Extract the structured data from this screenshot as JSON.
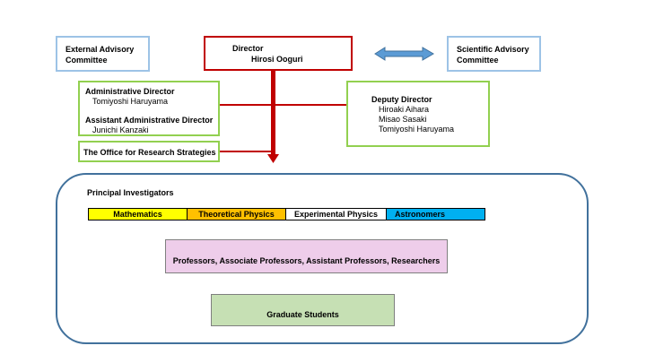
{
  "external_advisory": {
    "line1": "External Advisory",
    "line2": "Committee"
  },
  "scientific_advisory": {
    "line1": "Scientific Advisory",
    "line2": "Committee"
  },
  "director": {
    "title": "Director",
    "name": "Hirosi Ooguri"
  },
  "administrative": {
    "director_title": "Administrative Director",
    "director_name": "Tomiyoshi Haruyama",
    "assistant_title": "Assistant Administrative Director",
    "assistant_name": "Junichi Kanzaki"
  },
  "research_office": {
    "label": "The Office for Research Strategies"
  },
  "deputy": {
    "title": "Deputy Director",
    "names": [
      "Hiroaki Aihara",
      "Misao Sasaki",
      "Tomiyoshi Haruyama"
    ]
  },
  "principal_investigators": {
    "title": "Principal Investigators",
    "fields": [
      "Mathematics",
      "Theoretical Physics",
      "Experimental Physics",
      "Astronomers"
    ]
  },
  "professors": {
    "label": "Professors, Associate Professors, Assistant Professors, Researchers"
  },
  "graduate": {
    "label": "Graduate Students"
  },
  "colors": {
    "line_red": "#c00000",
    "advisory_blue": "#9dc3e6",
    "staff_green": "#92d050",
    "mathematics": "#ffff00",
    "theoretical_physics": "#ffc000",
    "experimental_physics": "#ffffff",
    "astronomers": "#00b0f0",
    "professors_fill": "#eecdea",
    "graduate_fill": "#c6e0b4",
    "container_border": "#41719c",
    "arrow_fill": "#5b9bd5"
  }
}
